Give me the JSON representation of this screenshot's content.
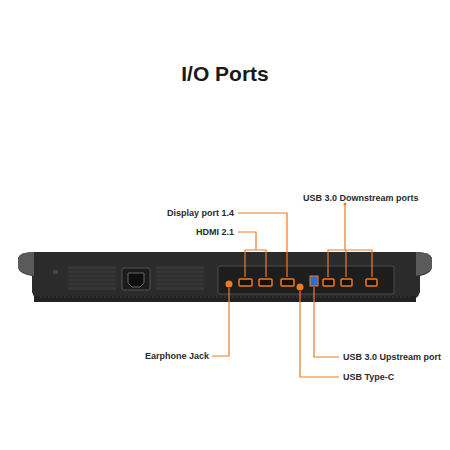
{
  "diagram": {
    "title": "I/O Ports",
    "labels": [
      "USB 3.0 Downstream ports",
      "Display port 1.4",
      "HDMI 2.1",
      "Earphone Jack",
      "USB 3.0 Upstream port",
      "USB Type-C"
    ]
  }
}
